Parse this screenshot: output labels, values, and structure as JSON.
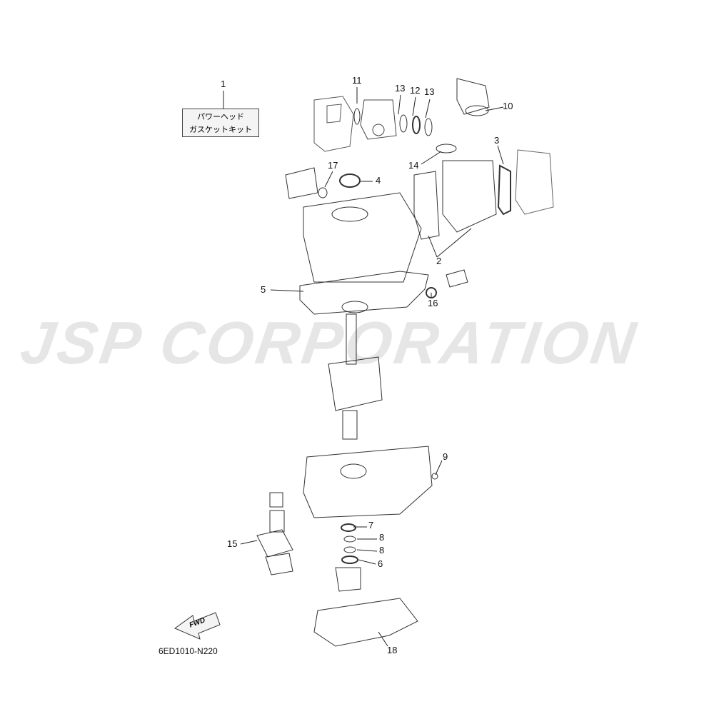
{
  "diagram": {
    "watermark": "JSP CORPORATION",
    "kit_label": {
      "line1": "パワーヘッド",
      "line2": "ガスケットキット"
    },
    "fwd_label": "FWD",
    "diagram_code": "6ED1010-N220",
    "callouts": [
      "1",
      "11",
      "13",
      "12",
      "13",
      "10",
      "3",
      "14",
      "17",
      "4",
      "2",
      "5",
      "16",
      "9",
      "7",
      "8",
      "8",
      "6",
      "15",
      "18"
    ]
  }
}
